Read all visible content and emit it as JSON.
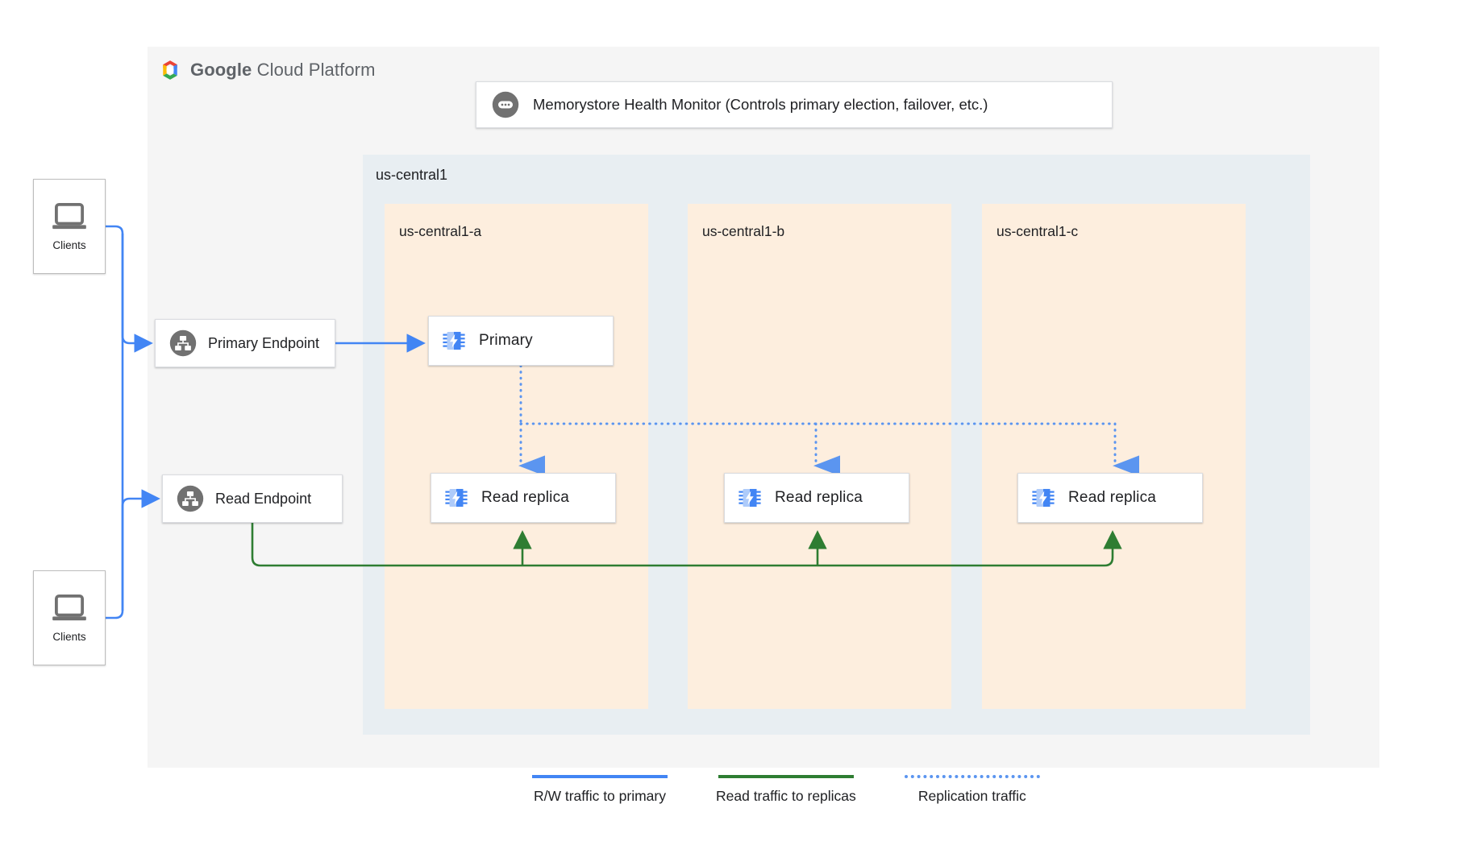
{
  "branding": {
    "logo_icon": "google-cloud-logo-icon",
    "title_bold": "Google",
    "title_rest": " Cloud Platform"
  },
  "health_monitor": {
    "icon": "health-monitor-icon",
    "label": "Memorystore Health Monitor (Controls primary election, failover, etc.)"
  },
  "region": {
    "label": "us-central1"
  },
  "zones": [
    {
      "label": "us-central1-a"
    },
    {
      "label": "us-central1-b"
    },
    {
      "label": "us-central1-c"
    }
  ],
  "nodes": {
    "primary": {
      "label": "Primary",
      "icon": "memorystore-instance-icon"
    },
    "replicas": [
      {
        "label": "Read replica",
        "icon": "memorystore-instance-icon"
      },
      {
        "label": "Read replica",
        "icon": "memorystore-instance-icon"
      },
      {
        "label": "Read replica",
        "icon": "memorystore-instance-icon"
      }
    ]
  },
  "endpoints": [
    {
      "label": "Primary Endpoint",
      "icon": "endpoint-hierarchy-icon"
    },
    {
      "label": "Read Endpoint",
      "icon": "endpoint-hierarchy-icon"
    }
  ],
  "clients": [
    {
      "label": "Clients",
      "icon": "laptop-icon"
    },
    {
      "label": "Clients",
      "icon": "laptop-icon"
    }
  ],
  "legend": [
    {
      "label": "R/W traffic to primary",
      "style": "solid",
      "color": "#4285f4"
    },
    {
      "label": "Read traffic to replicas",
      "style": "solid",
      "color": "#2e7d32"
    },
    {
      "label": "Replication traffic",
      "style": "dotted",
      "color": "#5b95f0"
    }
  ],
  "colors": {
    "panel_bg": "#f5f5f5",
    "region_bg": "#e8eef2",
    "zone_bg": "#fdeede",
    "card_bg": "#ffffff",
    "blue": "#4285f4",
    "green": "#2e7d32",
    "dotted_blue": "#5b95f0",
    "icon_gray": "#717171",
    "text": "#202124"
  }
}
